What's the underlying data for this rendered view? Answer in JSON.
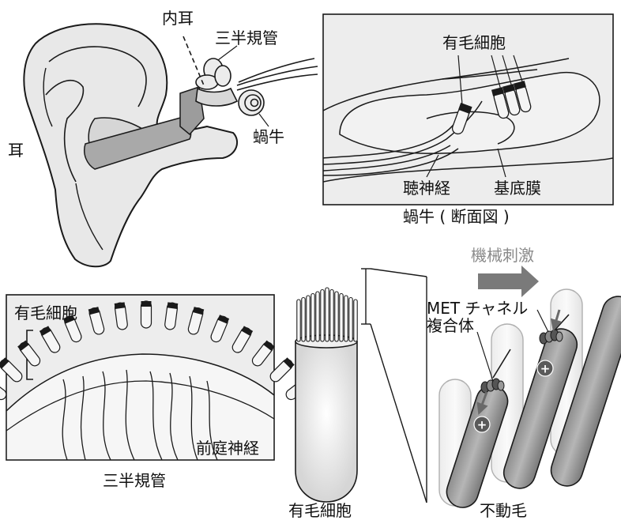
{
  "ear": {
    "label_ear": "耳",
    "label_inner_ear": "内耳",
    "label_semicircular_canal": "三半規管",
    "label_cochlea": "蝸牛"
  },
  "cochlea_panel": {
    "label_hair_cell": "有毛細胞",
    "label_auditory_nerve": "聴神経",
    "label_basilar_membrane": "基底膜",
    "caption": "蝸牛 ( 断面図 )"
  },
  "canal_panel": {
    "label_hair_cell": "有毛細胞",
    "label_vestibular_nerve": "前庭神経",
    "caption": "三半規管"
  },
  "hair_cell": {
    "caption": "有毛細胞"
  },
  "stereocilia": {
    "label_mechanical_stimulus": "機械刺激",
    "label_met_channel_line1": "MET チャネル",
    "label_met_channel_line2": "複合体",
    "caption": "不動毛",
    "plus_sign": "+"
  }
}
